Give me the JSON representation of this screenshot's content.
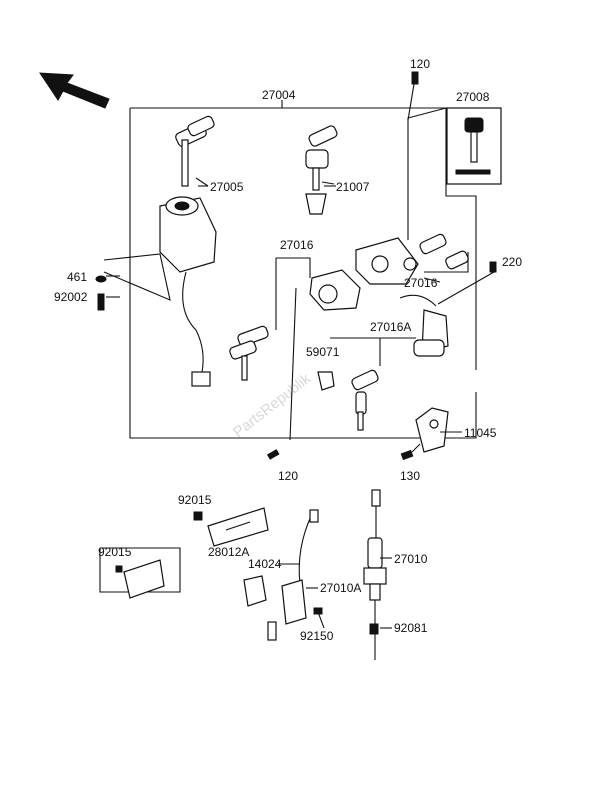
{
  "watermark": "PartsRepublik",
  "labels": {
    "p27004": "27004",
    "p120_top": "120",
    "p27008": "27008",
    "p27005": "27005",
    "p21007": "21007",
    "p27016_left": "27016",
    "p27016_right": "27016",
    "p220": "220",
    "p461": "461",
    "p92002": "92002",
    "p27016A": "27016A",
    "p59071": "59071",
    "p11045": "11045",
    "p120_bottom": "120",
    "p130": "130",
    "p92015_a": "92015",
    "p28012A": "28012A",
    "p27010": "27010",
    "p92015_b": "92015",
    "p14024": "14024",
    "p27010A": "27010A",
    "p92150": "92150",
    "p92081": "92081"
  },
  "colors": {
    "ink": "#111111",
    "paper": "#ffffff",
    "watermark": "#d8d8d8"
  },
  "icons": {
    "direction": "front-direction-arrow-icon"
  }
}
